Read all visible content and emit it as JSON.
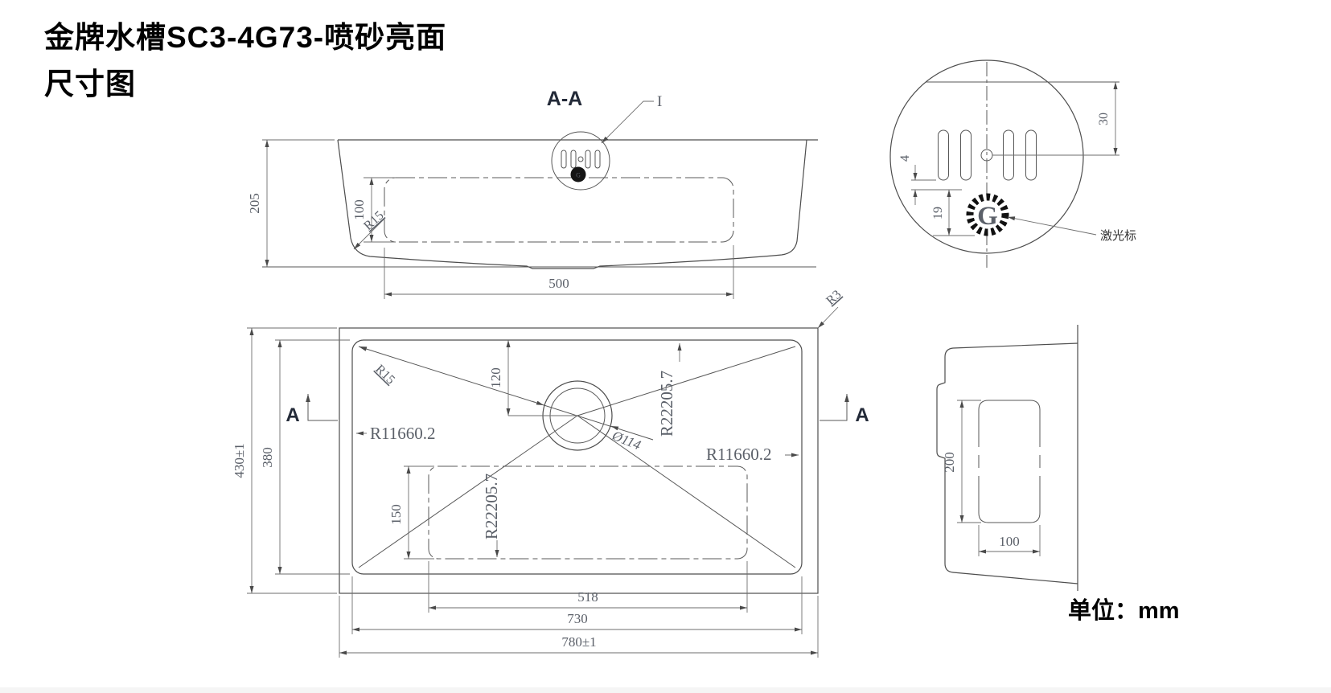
{
  "page": {
    "title_line1": "金牌水槽SC3-4G73-喷砂亮面",
    "title_line2": "尺寸图",
    "unit_label": "单位：mm"
  },
  "section_view": {
    "label": "A-A",
    "detail_ref": "I",
    "dim_depth": "205",
    "radius_corner": "R15",
    "dim_inner_height": "100",
    "dim_inner_width": "500"
  },
  "plan_view": {
    "dim_overall_width": "780±1",
    "dim_bowl_width": "730",
    "dim_bottom_width": "518",
    "dim_overall_height": "430±1",
    "dim_bowl_height": "380",
    "dim_drain_offset": "120",
    "dim_bottom_height": "150",
    "dim_drain_diameter": "Ø114",
    "radius_corner": "R15",
    "radius_rim": "R3",
    "radius_wall_left": "R11660.2",
    "radius_wall_right": "R11660.2",
    "radius_cross_upper": "R22205.7",
    "radius_cross_lower": "R22205.7",
    "section_marker_left": "A",
    "section_marker_right": "A"
  },
  "side_view": {
    "dim_height": "200",
    "dim_width": "100"
  },
  "detail_view": {
    "dim_rim_to_center": "30",
    "dim_slot_gap": "4",
    "dim_logo_offset": "19",
    "laser_mark_label": "激光标",
    "logo_letter": "G"
  }
}
